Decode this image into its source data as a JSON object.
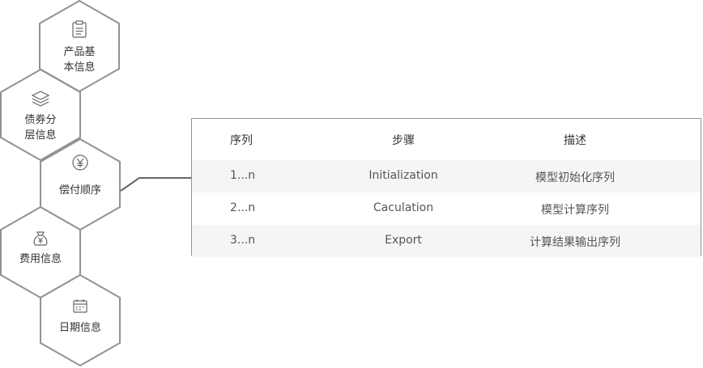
{
  "hexagons": [
    {
      "label": "产品基\n本信息",
      "icon": "clipboard-icon"
    },
    {
      "label": "债券分\n层信息",
      "icon": "layers-icon"
    },
    {
      "label": "偿付顺序",
      "icon": "yen-coin-icon"
    },
    {
      "label": "费用信息",
      "icon": "money-bag-icon"
    },
    {
      "label": "日期信息",
      "icon": "calendar-icon"
    }
  ],
  "table": {
    "headers": [
      "序列",
      "步骤",
      "描述"
    ],
    "rows": [
      [
        "1...n",
        "Initialization",
        "模型初始化序列"
      ],
      [
        "2...n",
        "Caculation",
        "模型计算序列"
      ],
      [
        "3...n",
        "Export",
        "计算结果输出序列"
      ]
    ]
  },
  "colors": {
    "hex_stroke": "#8f9399",
    "row_alt": "#f5f5f5",
    "text": "#333333"
  }
}
